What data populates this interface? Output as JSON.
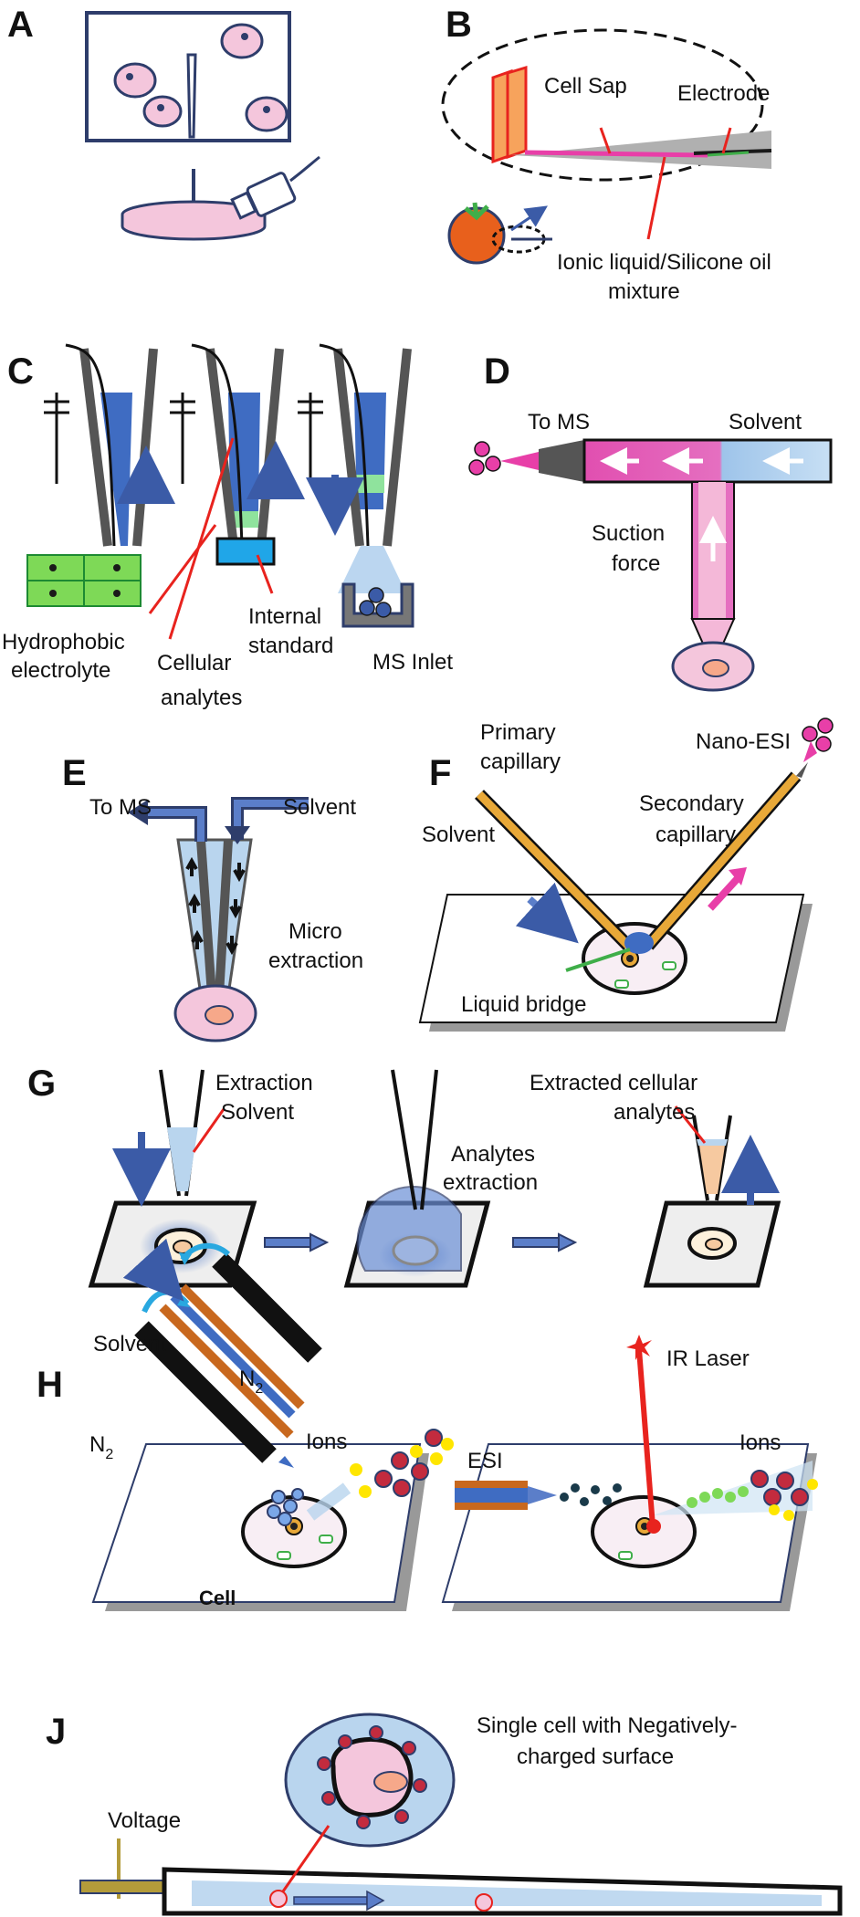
{
  "panels": {
    "A": {
      "letter": "A"
    },
    "B": {
      "letter": "B",
      "cell_sap": "Cell Sap",
      "electrode": "Electrode",
      "ionic_line1": "Ionic liquid/Silicone oil",
      "ionic_line2": "mixture"
    },
    "C": {
      "letter": "C",
      "hydrophobic_line1": "Hydrophobic",
      "hydrophobic_line2": "electrolyte",
      "cellular_line1": "Cellular",
      "cellular_line2": "analytes",
      "internal_line1": "Internal",
      "internal_line2": "standard",
      "ms_inlet": "MS Inlet"
    },
    "D": {
      "letter": "D",
      "to_ms": "To MS",
      "solvent": "Solvent",
      "suction_line1": "Suction",
      "suction_line2": "force"
    },
    "E": {
      "letter": "E",
      "to_ms": "To MS",
      "solvent": "Solvent",
      "micro_line1": "Micro",
      "micro_line2": "extraction"
    },
    "F": {
      "letter": "F",
      "primary_line1": "Primary",
      "primary_line2": "capillary",
      "nano_esi": "Nano-ESI",
      "secondary_line1": "Secondary",
      "secondary_line2": "capillary",
      "solvent": "Solvent",
      "liquid_bridge": "Liquid bridge"
    },
    "G": {
      "letter": "G",
      "extraction_line1": "Extraction",
      "extraction_line2": "Solvent",
      "analytes_line1": "Analytes",
      "analytes_line2": "extraction",
      "extracted_line1": "Extracted cellular",
      "extracted_line2": "analytes"
    },
    "H": {
      "letter": "H",
      "solvent": "Solvent",
      "n2": "N",
      "n2_sub": "2",
      "ions": "Ions",
      "cell": "Cell",
      "esi": "ESI",
      "ir_laser": "IR Laser",
      "ions_right": "Ions"
    },
    "J": {
      "letter": "J",
      "single_line1": "Single cell with Negatively-",
      "single_line2": "charged surface",
      "voltage": "Voltage"
    }
  },
  "colors": {
    "cell_fill": "#f4c6dc",
    "cell_nucleus": "#f8eef4",
    "navy": "#2e3d6b",
    "blue_arrow": "#3b5ba7",
    "red_line": "#e8231e",
    "magenta": "#e83fa8",
    "orange_capillary": "#e8a838",
    "green_cell": "#7ed957",
    "light_blue": "#b9d5ee",
    "blue_liquid": "#3f6cc2"
  }
}
